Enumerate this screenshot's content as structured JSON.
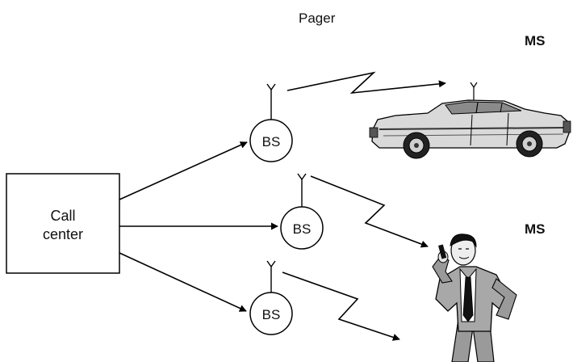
{
  "labels": {
    "pager": "Pager",
    "ms_top": "MS",
    "ms_mid": "MS",
    "call_center_line1": "Call",
    "call_center_line2": "center",
    "bs_top": "BS",
    "bs_mid": "BS",
    "bs_bottom": "BS"
  },
  "icons": {
    "car": "car-icon",
    "person": "person-with-phone-icon",
    "antenna": "antenna-icon"
  }
}
